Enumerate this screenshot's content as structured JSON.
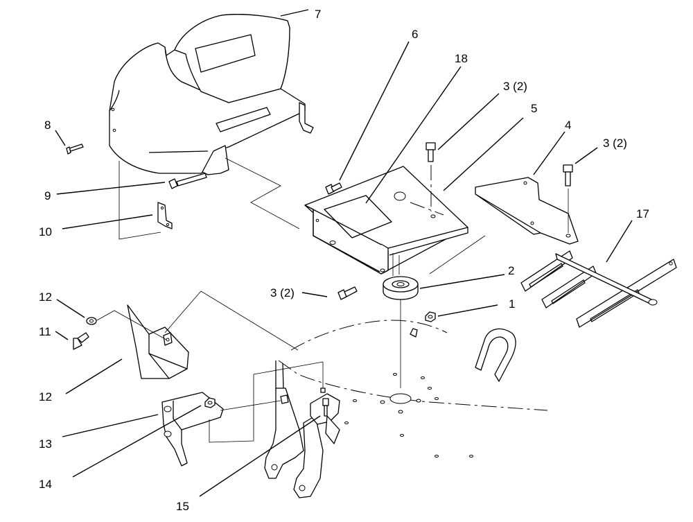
{
  "diagram": {
    "callouts": [
      {
        "id": "c7",
        "text": "7"
      },
      {
        "id": "c6",
        "text": "6"
      },
      {
        "id": "c18",
        "text": "18"
      },
      {
        "id": "c3a",
        "text": "3 (2)"
      },
      {
        "id": "c5",
        "text": "5"
      },
      {
        "id": "c4",
        "text": "4"
      },
      {
        "id": "c3b",
        "text": "3 (2)"
      },
      {
        "id": "c8",
        "text": "8"
      },
      {
        "id": "c9",
        "text": "9"
      },
      {
        "id": "c10",
        "text": "10"
      },
      {
        "id": "c17",
        "text": "17"
      },
      {
        "id": "c2",
        "text": "2"
      },
      {
        "id": "c3c",
        "text": "3 (2)"
      },
      {
        "id": "c1",
        "text": "1"
      },
      {
        "id": "c12a",
        "text": "12"
      },
      {
        "id": "c11",
        "text": "11"
      },
      {
        "id": "c12b",
        "text": "12"
      },
      {
        "id": "c13",
        "text": "13"
      },
      {
        "id": "c14",
        "text": "14"
      },
      {
        "id": "c15",
        "text": "15"
      }
    ]
  }
}
